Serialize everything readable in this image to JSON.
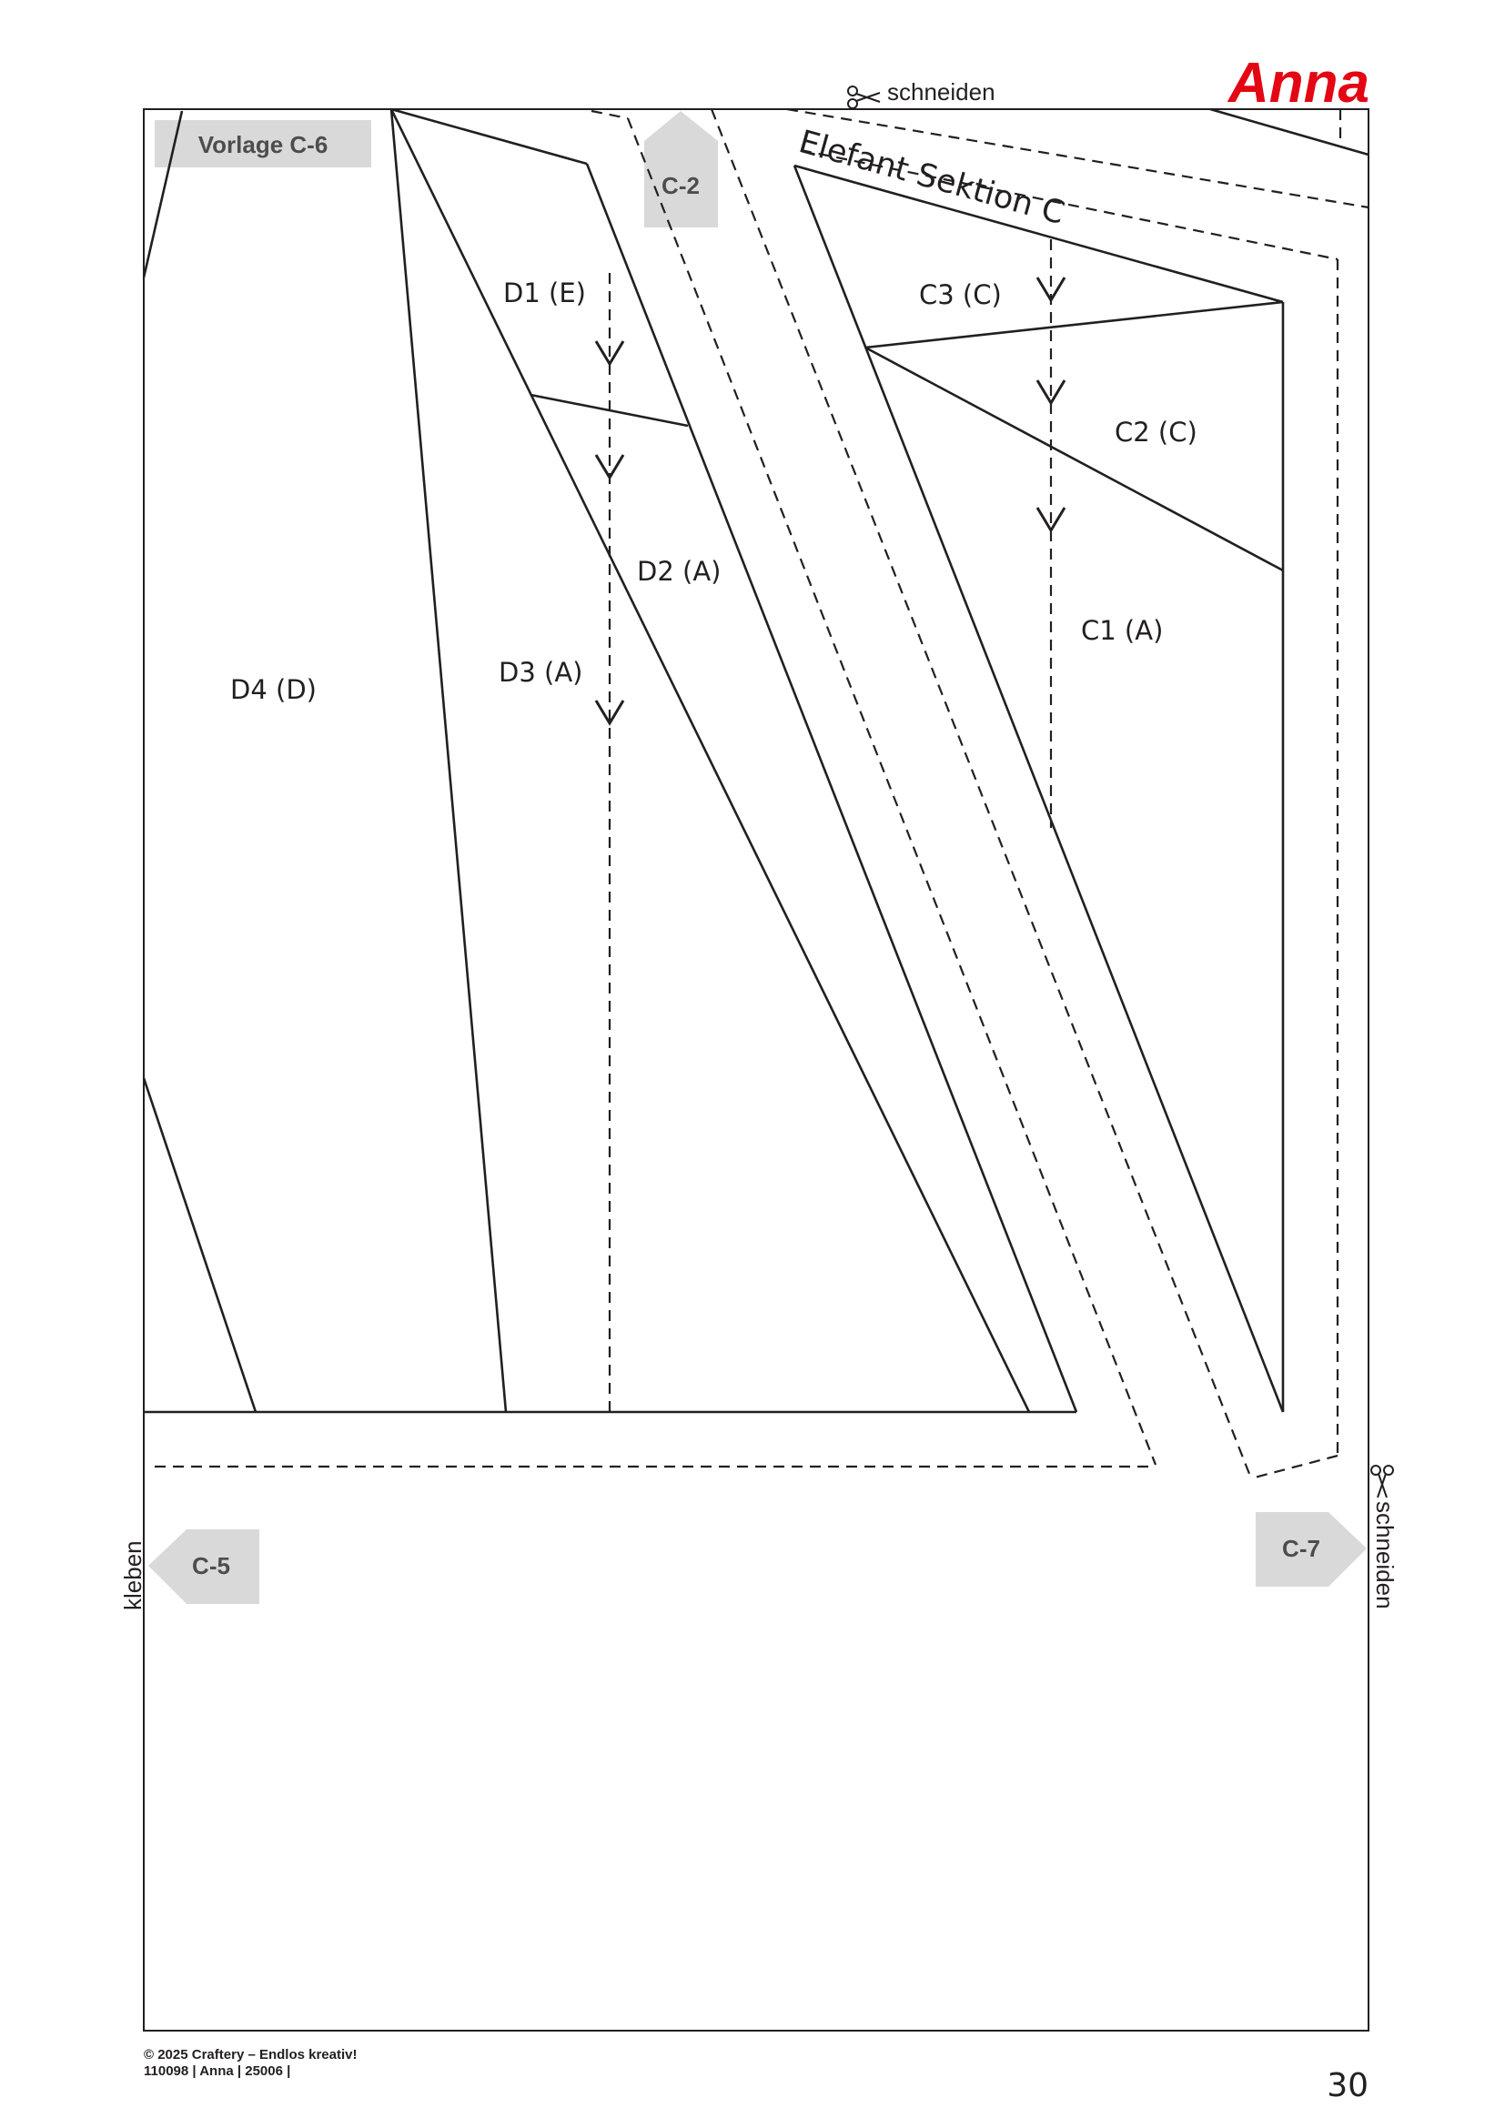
{
  "brand": {
    "logo_text": "Anna",
    "color": "#e30613"
  },
  "template": {
    "name": "Vorlage C-6",
    "section_title": "Elefant Sektion C"
  },
  "cut_labels": {
    "top": "schneiden",
    "right": "schneiden"
  },
  "glue_label": "kleben",
  "neighbor_tabs": {
    "top": "C-2",
    "left": "C-5",
    "right": "C-7"
  },
  "pieces": {
    "D1": "D1 (E)",
    "D2": "D2 (A)",
    "D3": "D3 (A)",
    "D4": "D4 (D)",
    "C1": "C1 (A)",
    "C2": "C2 (C)",
    "C3": "C3 (C)"
  },
  "footer": {
    "copyright": "© 2025 Craftery – Endlos kreativ!",
    "code": "110098 | Anna | 25006 |"
  },
  "page_number": "30",
  "icons": {
    "scissors": "scissors-icon"
  }
}
